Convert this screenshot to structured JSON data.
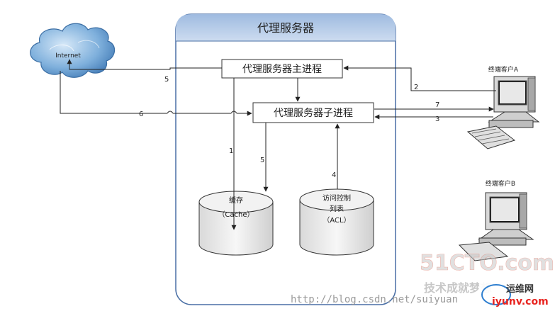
{
  "proxy_server": {
    "title": "代理服务器"
  },
  "processes": {
    "main": "代理服务器主进程",
    "child": "代理服务器子进程"
  },
  "internet": {
    "label": "Internet"
  },
  "cache": {
    "line1": "缓存",
    "line2": "（Cache）"
  },
  "acl": {
    "line1": "访问控制",
    "line2": "列表",
    "line3": "（ACL）"
  },
  "clients": {
    "a": "终端客户A",
    "b": "终端客户B"
  },
  "arrows": {
    "n1": "1",
    "n2": "2",
    "n3": "3",
    "n4": "4",
    "n5a": "5",
    "n5b": "5",
    "n6": "6",
    "n7": "7"
  },
  "watermark": {
    "brand": "51CTO.com",
    "tagline": "技术成就梦想",
    "url": "http://blog.csdn.net/suiyuan",
    "badge": "运维网",
    "badge_url": "iyunv.com"
  },
  "colors": {
    "panel_header": "#b9cde8",
    "panel_border": "#4a6fa5",
    "cloud": "#6f9fd0",
    "line": "#222222"
  }
}
